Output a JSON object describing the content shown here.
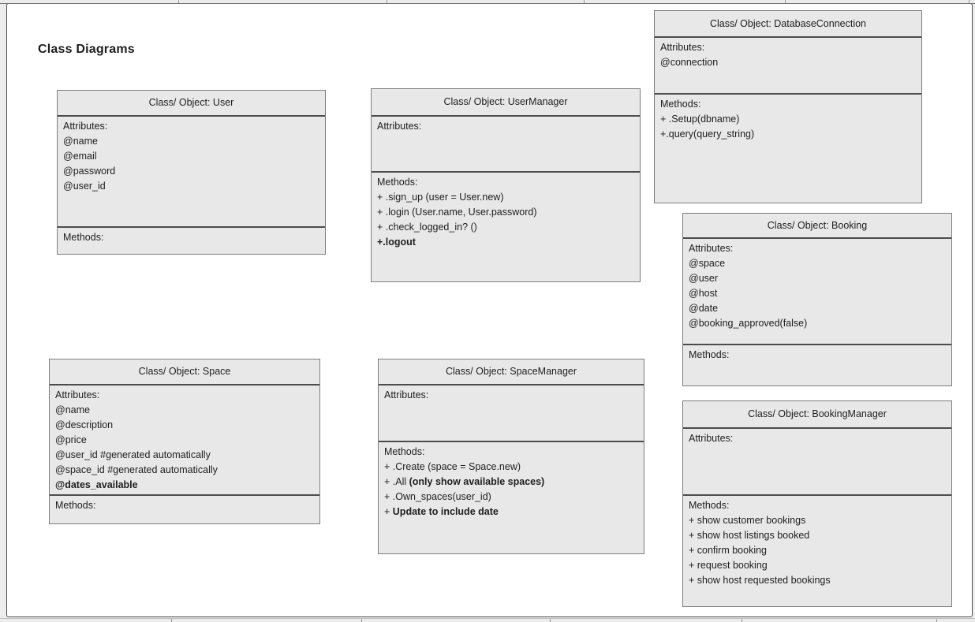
{
  "page": {
    "title": "Class Diagrams"
  },
  "labels": {
    "attributes": "Attributes:",
    "methods": "Methods:"
  },
  "colors": {
    "box_fill": "#e8e8e8",
    "box_border": "#7d7d7d",
    "divider": "#4c4c4c",
    "page_background": "#ffffff",
    "outer_background": "#ededed",
    "text": "#202020"
  },
  "classes": [
    {
      "name": "User",
      "title": "Class/ Object: User",
      "attributes_label": "Attributes:",
      "methods_label": "Methods:",
      "attributes": [
        {
          "segments": [
            {
              "text": "@name",
              "bold": false
            }
          ]
        },
        {
          "segments": [
            {
              "text": "@email",
              "bold": false
            }
          ]
        },
        {
          "segments": [
            {
              "text": "@password",
              "bold": false
            }
          ]
        },
        {
          "segments": [
            {
              "text": "@user_id",
              "bold": false
            }
          ]
        }
      ],
      "methods": []
    },
    {
      "name": "UserManager",
      "title": "Class/ Object: UserManager",
      "attributes_label": "Attributes:",
      "methods_label": "Methods:",
      "attributes": [],
      "methods": [
        {
          "segments": [
            {
              "text": "+ .sign_up (user = User.new)",
              "bold": false
            }
          ]
        },
        {
          "segments": [
            {
              "text": "+ .login (User.name, User.password)",
              "bold": false
            }
          ]
        },
        {
          "segments": [
            {
              "text": "+ .check_logged_in? ()",
              "bold": false
            }
          ]
        },
        {
          "segments": [
            {
              "text": "+.logout",
              "bold": true
            }
          ]
        }
      ]
    },
    {
      "name": "DatabaseConnection",
      "title": "Class/ Object: DatabaseConnection",
      "attributes_label": "Attributes:",
      "methods_label": "Methods:",
      "attributes": [
        {
          "segments": [
            {
              "text": "@connection",
              "bold": false
            }
          ]
        }
      ],
      "methods": [
        {
          "segments": [
            {
              "text": "+ .Setup(dbname)",
              "bold": false
            }
          ]
        },
        {
          "segments": [
            {
              "text": "+.query(query_string)",
              "bold": false
            }
          ]
        }
      ]
    },
    {
      "name": "Booking",
      "title": "Class/ Object: Booking",
      "attributes_label": "Attributes:",
      "methods_label": "Methods:",
      "attributes": [
        {
          "segments": [
            {
              "text": "@space",
              "bold": false
            }
          ]
        },
        {
          "segments": [
            {
              "text": "@user",
              "bold": false
            }
          ]
        },
        {
          "segments": [
            {
              "text": "@host",
              "bold": false
            }
          ]
        },
        {
          "segments": [
            {
              "text": "@date",
              "bold": false
            }
          ]
        },
        {
          "segments": [
            {
              "text": "@booking_approved(false)",
              "bold": false
            }
          ]
        }
      ],
      "methods": []
    },
    {
      "name": "Space",
      "title": "Class/ Object: Space",
      "attributes_label": "Attributes:",
      "methods_label": "Methods:",
      "attributes": [
        {
          "segments": [
            {
              "text": "@name",
              "bold": false
            }
          ]
        },
        {
          "segments": [
            {
              "text": "@description",
              "bold": false
            }
          ]
        },
        {
          "segments": [
            {
              "text": "@price",
              "bold": false
            }
          ]
        },
        {
          "segments": [
            {
              "text": "@user_id #generated automatically",
              "bold": false
            }
          ]
        },
        {
          "segments": [
            {
              "text": "@space_id #generated automatically",
              "bold": false
            }
          ]
        },
        {
          "segments": [
            {
              "text": "@dates_available",
              "bold": true
            }
          ]
        }
      ],
      "methods": []
    },
    {
      "name": "SpaceManager",
      "title": "Class/ Object: SpaceManager",
      "attributes_label": "Attributes:",
      "methods_label": "Methods:",
      "attributes": [],
      "methods": [
        {
          "segments": [
            {
              "text": "+ .Create (space = Space.new)",
              "bold": false
            }
          ]
        },
        {
          "segments": [
            {
              "text": "+ .All ",
              "bold": false
            },
            {
              "text": "(only show available spaces)",
              "bold": true
            }
          ]
        },
        {
          "segments": [
            {
              "text": "+ .Own_spaces(user_id)",
              "bold": false
            }
          ]
        },
        {
          "segments": [
            {
              "text": "+ ",
              "bold": false
            },
            {
              "text": "Update to include date",
              "bold": true
            }
          ]
        }
      ]
    },
    {
      "name": "BookingManager",
      "title": "Class/ Object: BookingManager",
      "attributes_label": "Attributes:",
      "methods_label": "Methods:",
      "attributes": [],
      "methods": [
        {
          "segments": [
            {
              "text": "+ show customer bookings",
              "bold": false
            }
          ]
        },
        {
          "segments": [
            {
              "text": "+ show host listings booked",
              "bold": false
            }
          ]
        },
        {
          "segments": [
            {
              "text": "+ confirm booking",
              "bold": false
            }
          ]
        },
        {
          "segments": [
            {
              "text": "+ request booking",
              "bold": false
            }
          ]
        },
        {
          "segments": [
            {
              "text": "+ show host requested bookings",
              "bold": false
            }
          ]
        }
      ]
    }
  ]
}
